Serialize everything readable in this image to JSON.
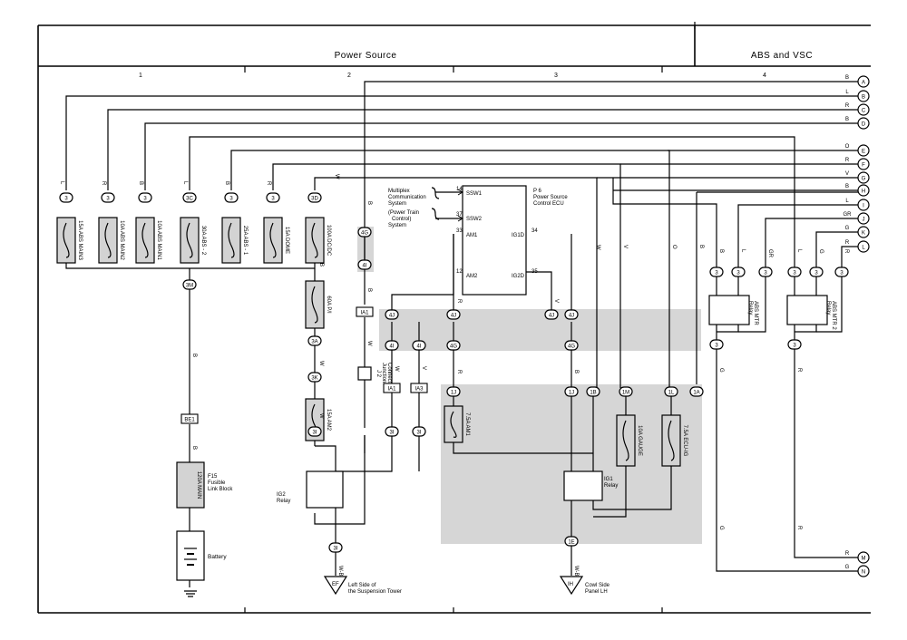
{
  "header": {
    "section_power": "Power Source",
    "section_abs": "ABS and VSC",
    "columns": [
      "1",
      "2",
      "3",
      "4"
    ]
  },
  "fuses": [
    {
      "label": "15A ABS MAIN3"
    },
    {
      "label": "10A ABS MAIN2"
    },
    {
      "label": "10A ABS MAIN1"
    },
    {
      "label": "30A ABS - 2"
    },
    {
      "label": "25A ABS - 1"
    },
    {
      "label": "15A DOME"
    },
    {
      "label": "100A DC/DC"
    },
    {
      "label": "60A P/I"
    },
    {
      "label": "15A AM2"
    },
    {
      "label": "7.5A AM1"
    },
    {
      "label": "10A GAUGE"
    },
    {
      "label": "7.5A ECU-IG"
    }
  ],
  "components": {
    "ecu_title": "P 6",
    "ecu_name": "Power Source",
    "ecu_name2": "Control ECU",
    "ecu_pins": [
      "SSW1",
      "SSW2",
      "AM1",
      "IG1D",
      "AM2",
      "IG2D"
    ],
    "ecu_pin_nums": [
      "14",
      "37",
      "33",
      "34",
      "12",
      "35"
    ],
    "multiplex": [
      "Multiplex",
      "Communication",
      "System"
    ],
    "ptc": [
      "(Power Train",
      "Control)",
      "System"
    ],
    "fusible": [
      "F15",
      "Fusible",
      "Link Block"
    ],
    "main_fuse": "120A MAIN",
    "battery": "Battery",
    "ig2_relay": [
      "IG2",
      "Relay"
    ],
    "ig1_relay": [
      "IG1",
      "Relay"
    ],
    "abs_mtr1": [
      "ABS MTR",
      "Relay"
    ],
    "abs_mtr2": [
      "ABS MTR 2",
      "Relay"
    ],
    "junction": [
      "Junction",
      "Connector"
    ],
    "junction_code": "J 2",
    "ground_ef": "EF",
    "ground_ef_text": [
      "Left Side of",
      "the Suspension Tower"
    ],
    "ground_ih": "IH",
    "ground_ih_text": [
      "Cowl Side",
      "Panel LH"
    ]
  },
  "connectors": [
    "3",
    "3",
    "3",
    "3C",
    "3",
    "3",
    "3D",
    "3M",
    "3A",
    "3K",
    "3I",
    "3I",
    "3I",
    "BE1",
    "4G",
    "4I",
    "IA1",
    "4J",
    "4J",
    "4J",
    "4J",
    "4I",
    "4I",
    "4G",
    "4G",
    "IA1",
    "IA3",
    "1J",
    "1J",
    "1B",
    "1M",
    "1L",
    "1A",
    "1E",
    "3I",
    "3",
    "3",
    "3",
    "3",
    "3",
    "3",
    "3",
    "3"
  ],
  "edge_terminals": [
    {
      "letter": "A",
      "wire": "B"
    },
    {
      "letter": "B",
      "wire": "L"
    },
    {
      "letter": "C",
      "wire": "R"
    },
    {
      "letter": "D",
      "wire": "B"
    },
    {
      "letter": "E",
      "wire": "O"
    },
    {
      "letter": "F",
      "wire": "R"
    },
    {
      "letter": "G",
      "wire": "V"
    },
    {
      "letter": "H",
      "wire": "B"
    },
    {
      "letter": "I",
      "wire": "L"
    },
    {
      "letter": "J",
      "wire": "GR"
    },
    {
      "letter": "K",
      "wire": "G"
    },
    {
      "letter": "L",
      "wire": "R"
    },
    {
      "letter": "M",
      "wire": "R"
    },
    {
      "letter": "N",
      "wire": "G"
    }
  ],
  "wire_colors": {
    "fuse_tops": [
      "L",
      "R",
      "B",
      "L",
      "B",
      "R"
    ],
    "w": "W",
    "v": "V",
    "o": "O",
    "b": "B",
    "r": "R",
    "g": "G",
    "gr": "GR",
    "wb": "W-B"
  }
}
